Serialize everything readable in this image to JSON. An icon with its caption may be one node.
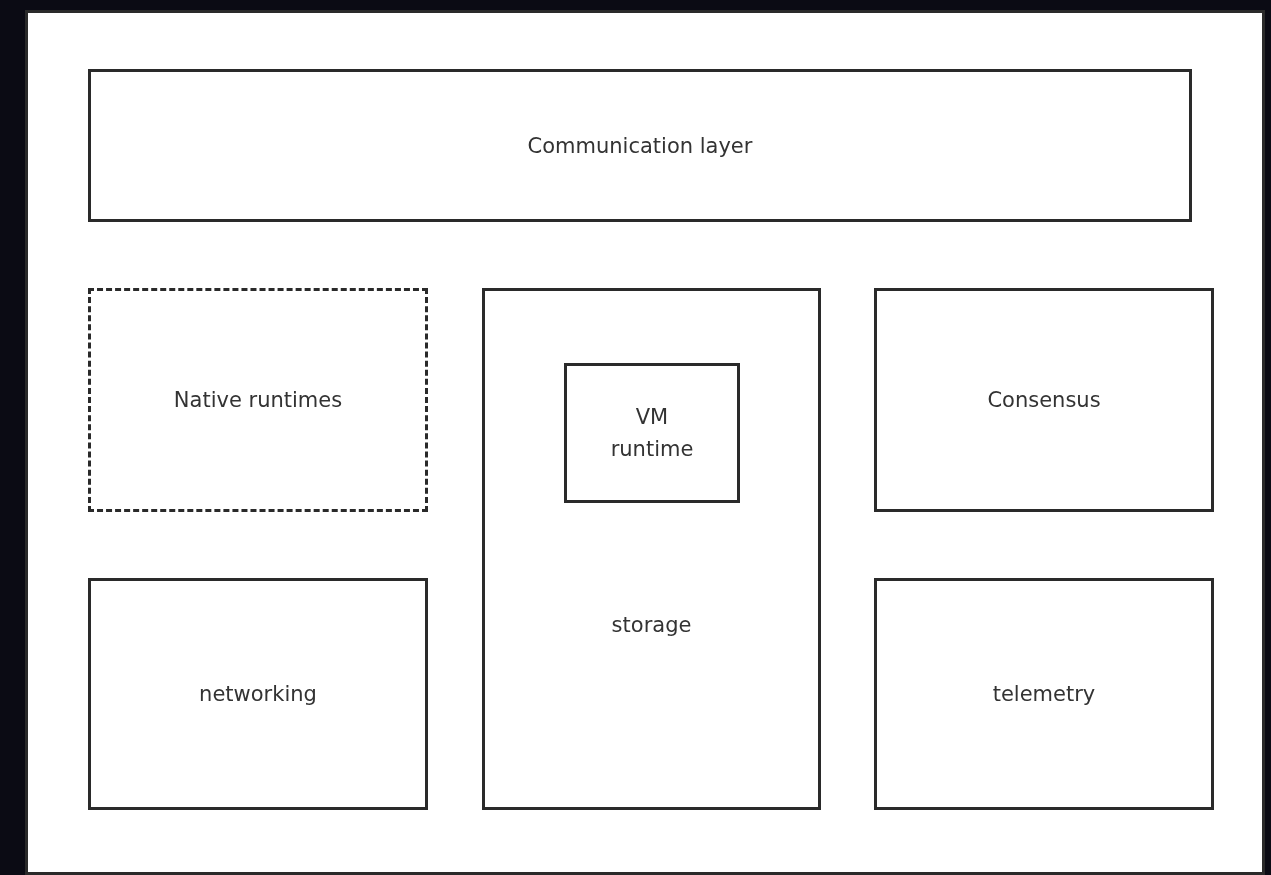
{
  "diagram": {
    "nodes": [
      {
        "text": [],
        "shape": "box"
      },
      {
        "text": [
          "Communication layer"
        ],
        "in": 0
      },
      {
        "text": [
          "Native runtimes"
        ],
        "in": 0
      },
      {
        "text": [
          "storage"
        ],
        "in": 0
      },
      {
        "text": [
          "VM runtime"
        ],
        "in": 3
      },
      {
        "text": [
          "Consensus"
        ],
        "in": 0
      },
      {
        "text": [
          "networking"
        ],
        "in": 0
      },
      {
        "text": [
          "telemetry"
        ],
        "in": 0
      }
    ]
  }
}
